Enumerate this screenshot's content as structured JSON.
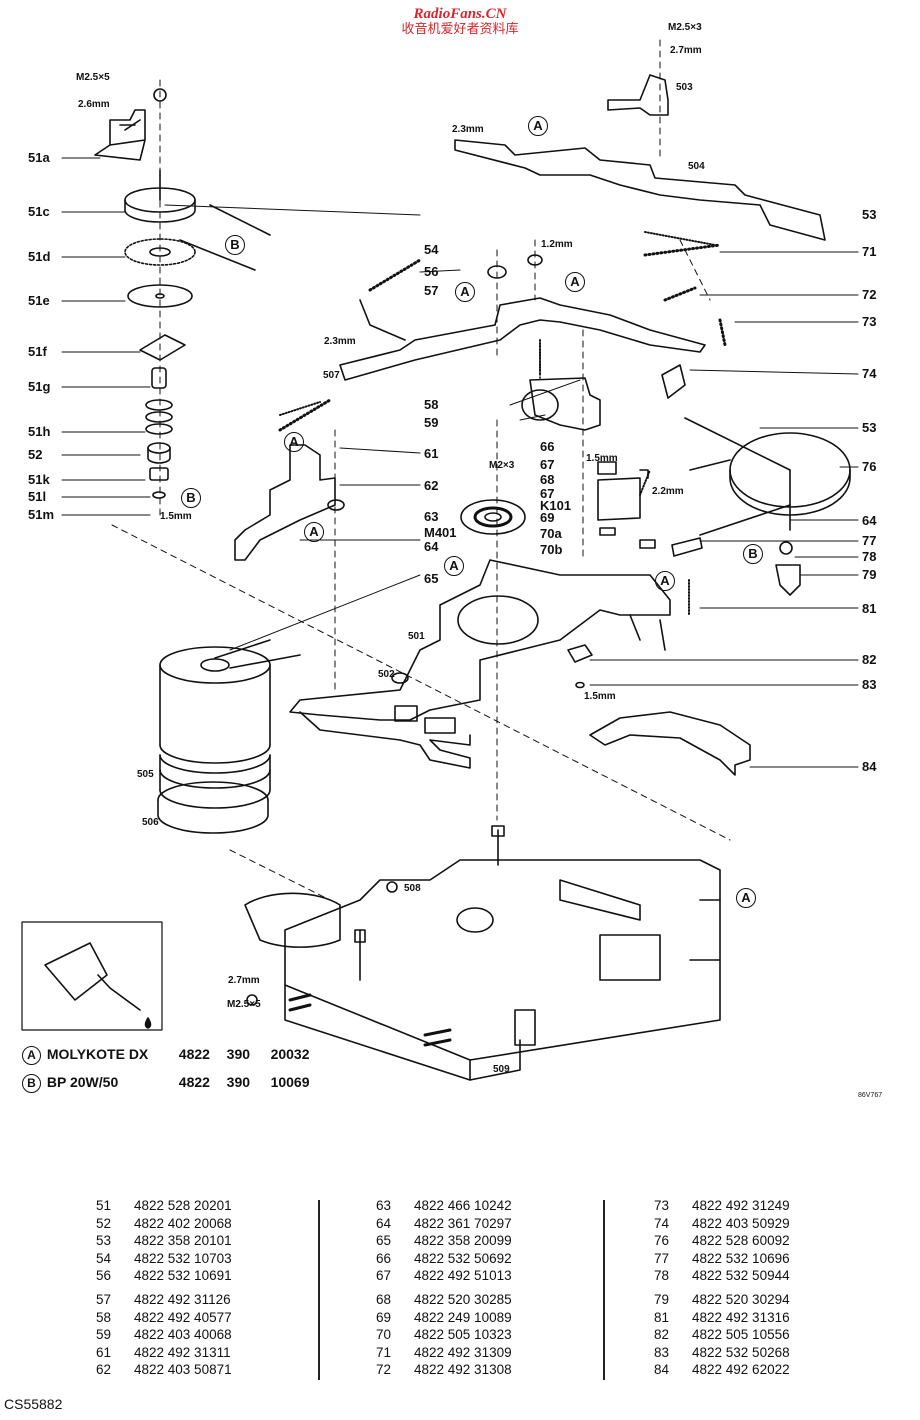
{
  "watermark": {
    "site": "RadioFans.CN",
    "chinese": "收音机爱好者资料库"
  },
  "labels_left": [
    "51a",
    "51c",
    "51d",
    "51e",
    "51f",
    "51g",
    "51h",
    "52",
    "51k",
    "51l",
    "51m"
  ],
  "labels_right": [
    "53",
    "71",
    "72",
    "73",
    "74",
    "53",
    "76",
    "64",
    "77",
    "78",
    "79",
    "81",
    "82",
    "83",
    "84"
  ],
  "labels_center": [
    "54",
    "56",
    "57",
    "58",
    "59",
    "61",
    "62",
    "63",
    "64",
    "65",
    "66",
    "67",
    "68",
    "67",
    "69",
    "70a",
    "70b",
    "K101",
    "M401",
    "501",
    "502",
    "503",
    "504",
    "505",
    "506",
    "507",
    "508",
    "509"
  ],
  "annotations": {
    "m25x5_top": "M2.5×5",
    "mm26": "2.6mm",
    "m25x3": "M2.5×3",
    "mm27_top": "2.7mm",
    "mm23_top": "2.3mm",
    "mm12": "1.2mm",
    "mm23_mid": "2.3mm",
    "mm15_left": "1.5mm",
    "mm15_mid": "1.5mm",
    "mm22": "2.2mm",
    "m2x3": "M2×3",
    "mm15_right": "1.5mm",
    "mm27_bot": "2.7mm",
    "m25x5_bot": "M2.5×5",
    "ref_code": "86V767"
  },
  "callouts": [
    "A",
    "B"
  ],
  "legend": [
    {
      "mark": "A",
      "text": "MOLYKOTE  DX",
      "p1": "4822",
      "p2": "390",
      "p3": "20032"
    },
    {
      "mark": "B",
      "text": "BP 20W/50",
      "p1": "4822",
      "p2": "390",
      "p3": "10069"
    }
  ],
  "parts_columns": [
    [
      [
        [
          "51",
          "4822 528 20201"
        ],
        [
          "52",
          "4822 402 20068"
        ],
        [
          "53",
          "4822 358 20101"
        ],
        [
          "54",
          "4822 532 10703"
        ],
        [
          "56",
          "4822 532 10691"
        ]
      ],
      [
        [
          "57",
          "4822 492 31126"
        ],
        [
          "58",
          "4822 492 40577"
        ],
        [
          "59",
          "4822 403 40068"
        ],
        [
          "61",
          "4822 492 31311"
        ],
        [
          "62",
          "4822 403 50871"
        ]
      ]
    ],
    [
      [
        [
          "63",
          "4822 466 10242"
        ],
        [
          "64",
          "4822 361 70297"
        ],
        [
          "65",
          "4822 358 20099"
        ],
        [
          "66",
          "4822 532 50692"
        ],
        [
          "67",
          "4822 492 51013"
        ]
      ],
      [
        [
          "68",
          "4822 520 30285"
        ],
        [
          "69",
          "4822 249 10089"
        ],
        [
          "70",
          "4822 505 10323"
        ],
        [
          "71",
          "4822 492 31309"
        ],
        [
          "72",
          "4822 492 31308"
        ]
      ]
    ],
    [
      [
        [
          "73",
          "4822 492 31249"
        ],
        [
          "74",
          "4822 403 50929"
        ],
        [
          "76",
          "4822 528 60092"
        ],
        [
          "77",
          "4822 532 10696"
        ],
        [
          "78",
          "4822 532 50944"
        ]
      ],
      [
        [
          "79",
          "4822 520 30294"
        ],
        [
          "81",
          "4822 492 31316"
        ],
        [
          "82",
          "4822 505 10556"
        ],
        [
          "83",
          "4822 532 50268"
        ],
        [
          "84",
          "4822 492 62022"
        ]
      ]
    ]
  ],
  "footer": "CS55882"
}
